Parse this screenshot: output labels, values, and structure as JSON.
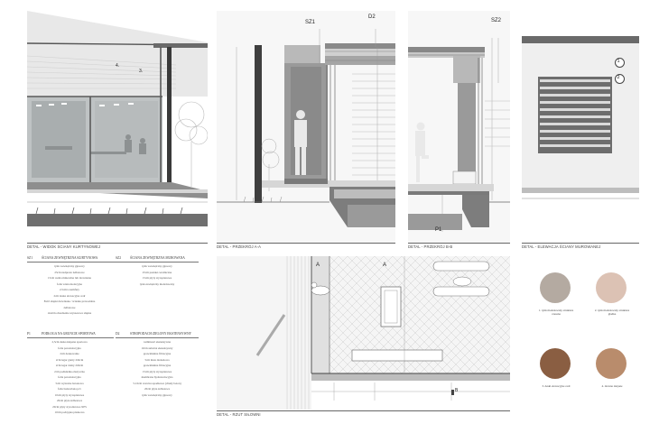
{
  "captions": {
    "panel1": "DETAL - WIDOK ŚCIANY KURTYNOWEJ",
    "panel2": "DETAL - PRZEKRÓJ A-A",
    "panel3": "DETAL - PRZEKRÓJ B-B",
    "panel4": "DETAL - ELEWACJA ŚCIANY MUROWANEJ",
    "panel5": "DETAL - RZUT SIŁOWNI"
  },
  "markers": {
    "sz1": "SZ1",
    "d2": "D2",
    "sz2": "SZ2",
    "p1": "P1",
    "a": "A",
    "b": "B",
    "n1": "1",
    "n2": "2",
    "n3": "3.",
    "n4": "4."
  },
  "specs": {
    "sz1": {
      "code": "SZ1",
      "title": "ŚCIANA ZEWNĘTRZNA KURTYNOWA",
      "items": [
        "tynk wewnętrzny gipsowy",
        "25cm nadproże żelbetowe",
        "15cm wełna mineralna lub drewniana",
        "folia wiatroizolacyjna",
        "2,5cm/o kamfury",
        "2cm deska elewacyjna cedr",
        "8x10 słupki drewniane / ścianka prawożalna",
        "żelbetowe",
        "4x4cm obsadzenie szyszerowe słupka"
      ]
    },
    "sz2": {
      "code": "SZ2",
      "title": "ŚCIANA ZEWNĘTRZNA MUROWANA",
      "items": [
        "tynk wewnętrzny gipsowy",
        "25cm pustaki ceramiczne",
        "15cm płyty styropianowe",
        "tynk zewnętrzny modelowany"
      ]
    },
    "p1": {
      "code": "P1",
      "title": "PODŁOGA NA GRUNCIE SPORTOWA",
      "items": [
        "2,5cm deska klepana sportowa",
        "folia paroizolacyjna",
        "2cm deskowanie",
        "2cm legar górny 2x9cm",
        "2cm legar dolny 2x9cm",
        "2cm podkładka elastyczna",
        "folia paroizolacyjna",
        "5cm wylewka betonowa",
        "folia budowlana pcv",
        "10cm płyty styropianowe",
        "20cm płyta żelbetowa",
        "20cm płyty styrodurowe XPS",
        "10cm podsypka piaskowa"
      ]
    },
    "d2": {
      "code": "D2",
      "title": "STROPODACH ZIELONY EKSTENSYWNY",
      "items": [
        "roślinność ekstensywna",
        "10cm substrat ekstensywny",
        "geowłóknina filtracyjna",
        "5cm mata drenażowa",
        "geowłóknina filtracyjna",
        "15cm płyty styropianowe",
        "membrana hydroizolacyjna",
        "5-10cm warstwa spadkowa (chudy beton)",
        "20cm płyta żelbetowa",
        "tynk wewnętrzny gipsowy"
      ]
    }
  },
  "materials": [
    {
      "label": "1. tynk modelowany struktura czesana",
      "color": "#b4aaa1"
    },
    {
      "label": "2. tynk modelowany struktura gładka",
      "color": "#dcc2b4"
    },
    {
      "label": "3. deski elewacyjne cedr",
      "color": "#8a5e42"
    },
    {
      "label": "4. drewno klejone",
      "color": "#b98c6c"
    }
  ]
}
